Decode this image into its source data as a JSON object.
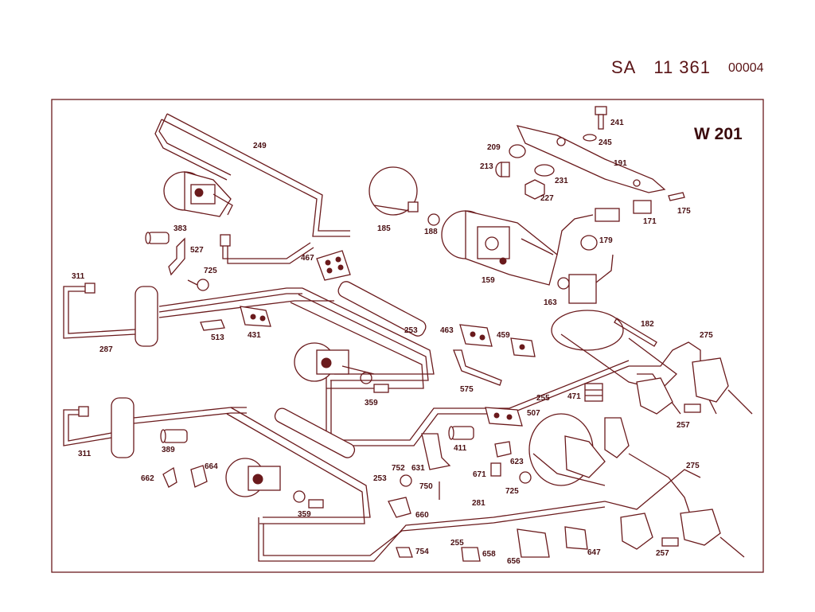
{
  "header": {
    "prefix": "SA",
    "number": "11 361",
    "code": "00004"
  },
  "model": "W 201",
  "colors": {
    "ink": "#6a1a1c",
    "text": "#4a0f12",
    "background": "#ffffff"
  },
  "callouts": {
    "c241": "241",
    "c245": "245",
    "c209": "209",
    "c191": "191",
    "c213": "213",
    "c231": "231",
    "c227": "227",
    "c171": "171",
    "c175": "175",
    "c249": "249",
    "c185": "185",
    "c188": "188",
    "c179": "179",
    "c383": "383",
    "c527": "527",
    "c725a": "725",
    "c467": "467",
    "c159": "159",
    "c311a": "311",
    "c163": "163",
    "c182": "182",
    "c287": "287",
    "c513": "513",
    "c431": "431",
    "c253a": "253",
    "c463": "463",
    "c459": "459",
    "c275a": "275",
    "c575": "575",
    "c255a": "255",
    "c471": "471",
    "c359a": "359",
    "c507": "507",
    "c257a": "257",
    "c311b": "311",
    "c389": "389",
    "c411": "411",
    "c662": "662",
    "c664": "664",
    "c752": "752",
    "c631": "631",
    "c623": "623",
    "c671": "671",
    "c750": "750",
    "c725b": "725",
    "c275b": "275",
    "c253b": "253",
    "c281": "281",
    "c359b": "359",
    "c660": "660",
    "c257b": "257",
    "c255b": "255",
    "c658": "658",
    "c754": "754",
    "c656": "656",
    "c647": "647"
  }
}
